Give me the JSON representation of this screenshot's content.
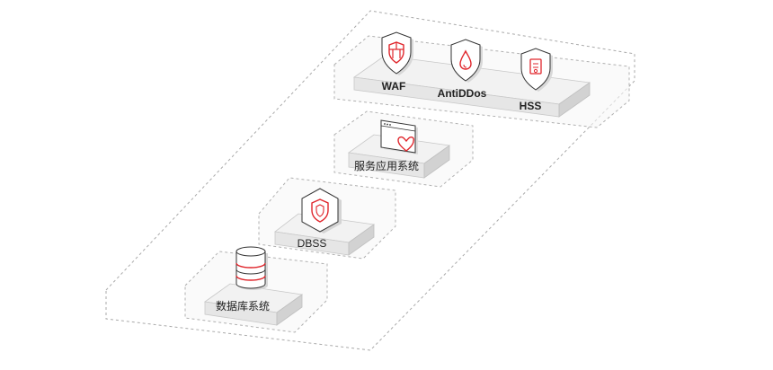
{
  "colors": {
    "accent": "#e0262c",
    "dashed_outline": "#aaaaaa",
    "platform_top": "#f2f2f2",
    "platform_side": "#d4d4d4",
    "shield_body": "#ffffff",
    "shield_edge": "#9a9a9a"
  },
  "nodes": {
    "security_services": {
      "items": [
        {
          "label": "WAF",
          "icon": "waf-shield-icon"
        },
        {
          "label": "AntiDDos",
          "icon": "antiddos-shield-icon"
        },
        {
          "label": "HSS",
          "icon": "hss-shield-icon"
        }
      ]
    },
    "service_app": {
      "label": "服务应用系统",
      "icon": "app-window-heart-icon"
    },
    "dbss": {
      "label": "DBSS",
      "icon": "dbss-hexagon-shield-icon"
    },
    "database": {
      "label": "数据库系统",
      "icon": "database-cylinder-icon"
    }
  }
}
